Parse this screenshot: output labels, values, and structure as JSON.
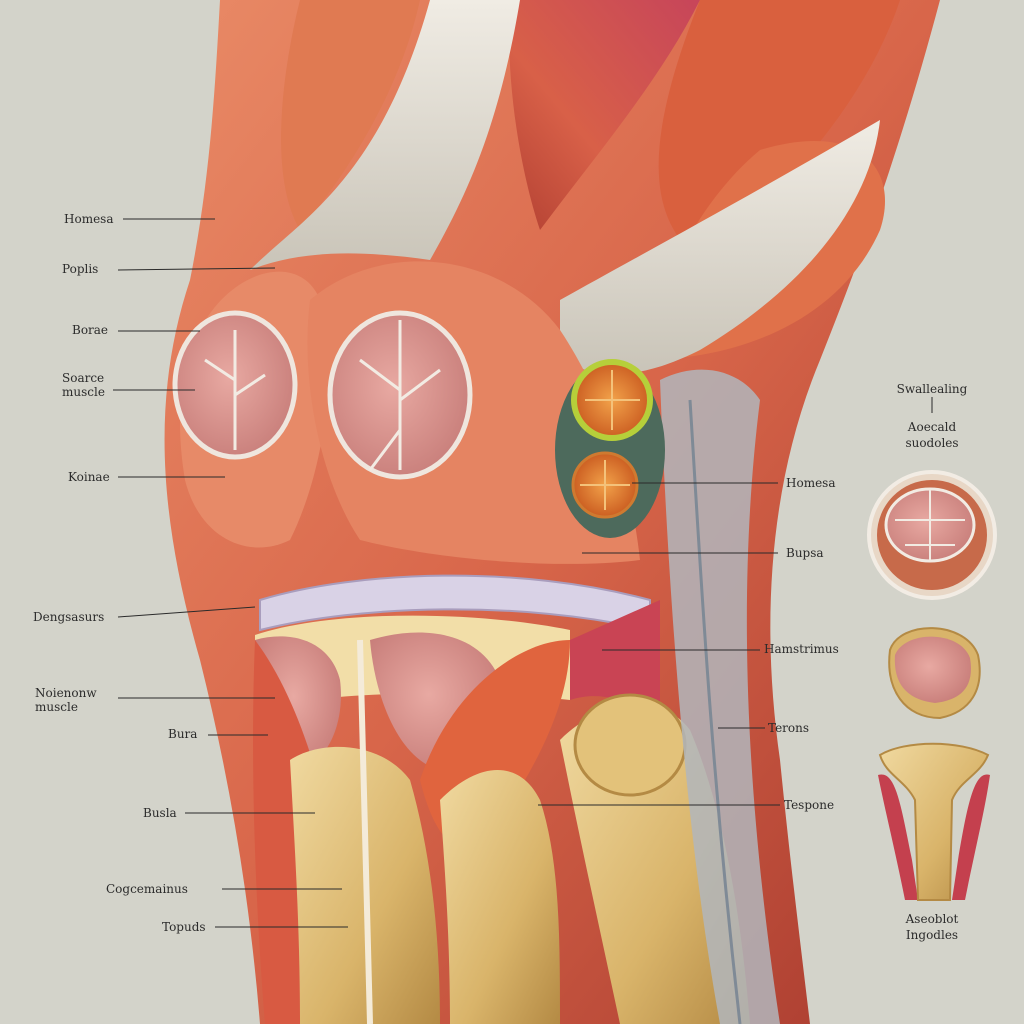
{
  "left_labels": [
    {
      "id": "homesa-left",
      "text": "Homesa"
    },
    {
      "id": "poplis",
      "text": "Poplis"
    },
    {
      "id": "borae",
      "text": "Borae"
    },
    {
      "id": "soarce-muscle",
      "line1": "Soarce",
      "line2": "muscle"
    },
    {
      "id": "koinae",
      "text": "Koinae"
    },
    {
      "id": "dengsasurs",
      "text": "Dengsasurs"
    },
    {
      "id": "noienonw-muscle",
      "line1": "Noienonw",
      "line2": "muscle"
    },
    {
      "id": "bura",
      "text": "Bura"
    },
    {
      "id": "busla",
      "text": "Busla"
    },
    {
      "id": "cogcemainus",
      "text": "Cogcemainus"
    },
    {
      "id": "topuds",
      "text": "Topuds"
    }
  ],
  "right_labels": [
    {
      "id": "homesa-right",
      "text": "Homesa"
    },
    {
      "id": "bupsa",
      "text": "Bupsa"
    },
    {
      "id": "hamstrimus",
      "text": "Hamstrimus"
    },
    {
      "id": "terons",
      "text": "Terons"
    },
    {
      "id": "tespone",
      "text": "Tespone"
    }
  ],
  "side_panel": {
    "heading_line1": "Swallealing",
    "heading_line2": "Aoecald",
    "heading_line3": "suodoles",
    "footer_line1": "Aseoblot",
    "footer_line2": "Ingodles"
  },
  "colors": {
    "background": "#d3d3ca",
    "muscle": "#d8664a",
    "muscle_dark": "#a83a2e",
    "tendon": "#e6e2da",
    "bone": "#d9b46a",
    "cartilage": "#d98c86"
  }
}
